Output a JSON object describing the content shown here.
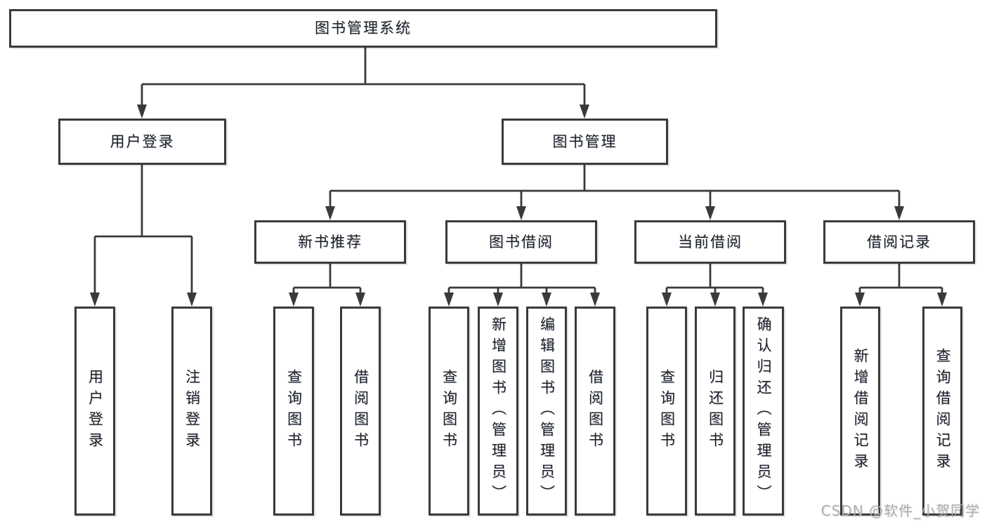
{
  "tree": {
    "root": {
      "label": "图书管理系统",
      "children": [
        {
          "label": "用户登录",
          "children": [
            {
              "label": "用户登录"
            },
            {
              "label": "注销登录"
            }
          ]
        },
        {
          "label": "图书管理",
          "children": [
            {
              "label": "新书推荐",
              "children": [
                {
                  "label": "查询图书"
                },
                {
                  "label": "借阅图书"
                }
              ]
            },
            {
              "label": "图书借阅",
              "children": [
                {
                  "label": "查询图书"
                },
                {
                  "label": "新增图书（管理员）"
                },
                {
                  "label": "编辑图书（管理员）"
                },
                {
                  "label": "借阅图书"
                }
              ]
            },
            {
              "label": "当前借阅",
              "children": [
                {
                  "label": "查询图书"
                },
                {
                  "label": "归还图书"
                },
                {
                  "label": "确认归还（管理员）"
                }
              ]
            },
            {
              "label": "借阅记录",
              "children": [
                {
                  "label": "新增借阅记录"
                },
                {
                  "label": "查询借阅记录"
                }
              ]
            }
          ]
        }
      ]
    }
  },
  "watermark": {
    "text": "CSDN @软件_小贺同学"
  },
  "colors": {
    "line": "#3a3a3a",
    "box_border": "#3a3a3a",
    "text": "#1f1f1f",
    "watermark": "#b0b0b0",
    "background": "#ffffff"
  }
}
